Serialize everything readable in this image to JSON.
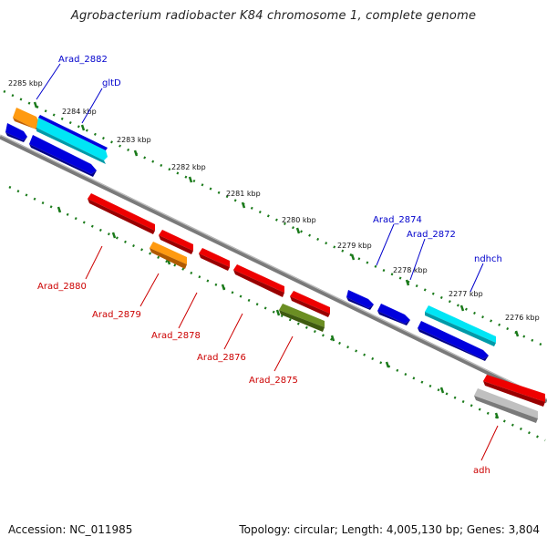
{
  "title": "Agrobacterium radiobacter K84 chromosome 1, complete genome",
  "footer": {
    "accession": "Accession: NC_011985",
    "stats": "Topology: circular; Length: 4,005,130 bp; Genes: 3,804"
  },
  "colors": {
    "axis": "#808080",
    "tick": "#1a7a1a",
    "blue_gene": "#0000dd",
    "cyan_gene": "#00e5f5",
    "red_gene": "#ee0000",
    "orange_gene": "#ff9a10",
    "olive_gene": "#6b8e23",
    "gray_gene": "#b0b0b0",
    "blue_label": "#0000cc",
    "red_label": "#cc0000"
  },
  "kbp_labels": [
    "2285 kbp",
    "2284 kbp",
    "2283 kbp",
    "2282 kbp",
    "2281 kbp",
    "2280 kbp",
    "2279 kbp",
    "2278 kbp",
    "2277 kbp",
    "2276 kbp"
  ],
  "gene_labels": {
    "top": [
      "Arad_2882",
      "gltD",
      "Arad_2874",
      "Arad_2872",
      "ndhch"
    ],
    "bottom": [
      "Arad_2880",
      "Arad_2879",
      "Arad_2878",
      "Arad_2876",
      "Arad_2875",
      "adh"
    ]
  }
}
